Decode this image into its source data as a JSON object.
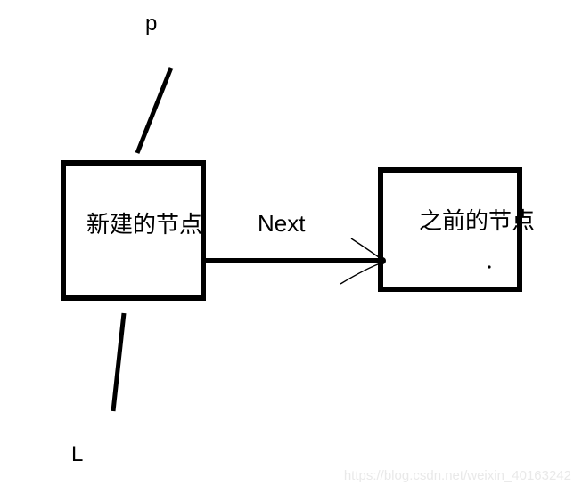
{
  "canvas": {
    "background": "#ffffff",
    "ink_color": "#000000"
  },
  "labels": {
    "p": "p",
    "l": "L",
    "next": "Next"
  },
  "nodes": [
    {
      "id": "new-node",
      "label": "新建的节点"
    },
    {
      "id": "previous-node",
      "label": "之前的节点"
    }
  ],
  "watermark": {
    "text": "https://blog.csdn.net/weixin_40163242",
    "color": "#e9e9e9"
  }
}
